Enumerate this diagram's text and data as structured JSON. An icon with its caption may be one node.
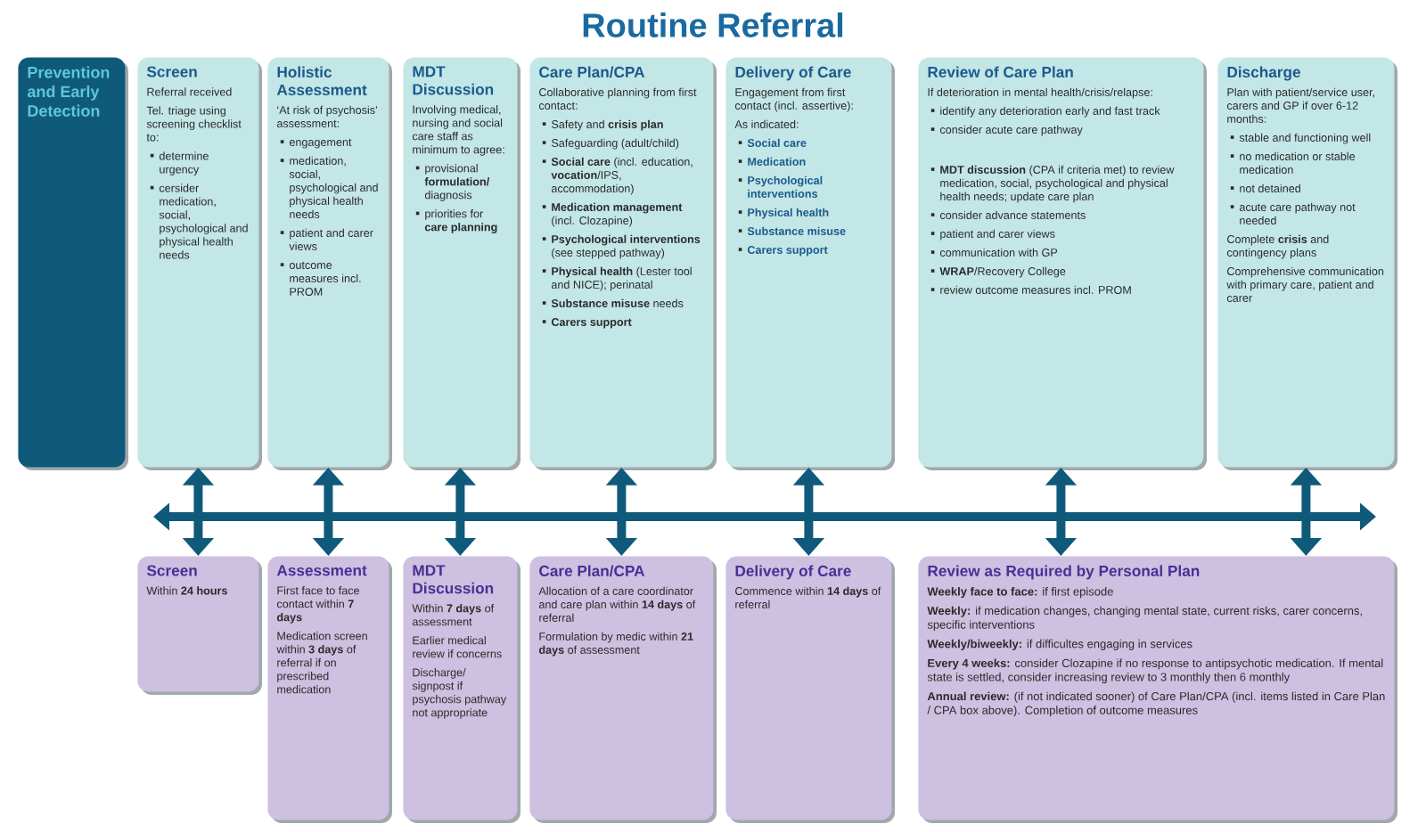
{
  "diagram": {
    "title": "Routine Referral",
    "nodes": [
      {
        "text": [
          "Prevention and Early Detection"
        ]
      },
      {
        "text": [
          "Screen",
          "Referral received",
          "Tel. triage using screening checklist to:",
          "determine urgency",
          "cersider medication, social, psychological and physical health needs"
        ]
      },
      {
        "text": [
          "Holistic Assessment",
          "‘At risk of psychosis’ assessment:",
          "engagement",
          "medication, social, psychological and physical health needs",
          "patient and carer views",
          "outcome measures incl. PROM"
        ]
      },
      {
        "text": [
          "MDT Discussion",
          "Involving medical, nursing and social care staff as minimum to agree:",
          "provisional **formulation/** diagnosis",
          "priorities for **care planning**"
        ]
      },
      {
        "text": [
          "Care Plan/CPA",
          "Collaborative planning from first contact:",
          "Safety and **crisis plan**",
          "Safeguarding (adult/child)",
          "**Social care** (incl. education, **vocation**/IPS, accommodation)",
          "**Medication management** (incl. Clozapine)",
          "**Psychological interventions** (see stepped pathway)",
          "**Physical health** (Lester tool and NICE); perinatal",
          "**Substance misuse** needs",
          "**Carers support**"
        ]
      },
      {
        "text": [
          "Delivery of Care",
          "Engagement from first contact (incl. assertive):",
          "As indicated:",
          "Social care",
          "Medication",
          "Psychological interventions",
          "Physical health",
          "Substance misuse",
          "Carers support"
        ]
      },
      {
        "text": [
          "Review of Care Plan",
          "If deterioration in mental health/crisis/relapse:",
          "identify any deterioration early and fast track",
          "consider acute care pathway",
          "**MDT discussion** (CPA if criteria met) to review medication, social, psychological and physical health needs; update care plan",
          "consider advance statements",
          "patient and carer views",
          "communication with GP",
          "**WRAP**/Recovery College",
          "review outcome measures incl. PROM"
        ]
      },
      {
        "text": [
          "Discharge",
          "Plan with patient/service user, carers and GP if over 6-12 months:",
          "stable and functioning well",
          "no medication or stable medication",
          "not detained",
          "acute care pathway not needed",
          "Complete **crisis** and contingency plans",
          "Comprehensive communication with primary care, patient and carer"
        ]
      },
      {
        "text": [
          "Screen",
          "Within **24 hours**"
        ]
      },
      {
        "text": [
          "Assessment",
          "First face to face contact within **7 days**",
          "Medication screen within **3 days** of referral if on prescribed medication"
        ]
      },
      {
        "text": [
          "MDT Discussion",
          "Within **7 days** of assessment",
          "Earlier medical review if concerns",
          "Discharge/ signpost if psychosis pathway not appropriate"
        ]
      },
      {
        "text": [
          "Care Plan/CPA",
          "Allocation of a care coordinator and care plan within **14 days** of referral",
          "Formulation by medic within **21 days** of assessment"
        ]
      },
      {
        "text": [
          "Delivery of Care",
          "Commence within **14 days** of referral"
        ]
      },
      {
        "text": [
          "Review as Required by Personal Plan",
          "**Weekly face to face:** if first episode",
          "**Weekly:** if medication changes, changing mental state, current risks, carer concerns, specific interventions",
          "**Weekly/biweekly:** if difficultes engaging in services",
          "**Every 4 weeks:** consider Clozapine if no response to antipsychotic medication. If mental state is settled, consider increasing review to 3 monthly then 6 monthly",
          "**Annual review:** (if not indicated sooner) of Care Plan/CPA (incl. items listed in Care Plan / CPA box above). Completion of outcome measures"
        ]
      }
    ],
    "edges": [
      {
        "from": 1,
        "to": 8,
        "arrow": "both"
      },
      {
        "from": 2,
        "to": 9,
        "arrow": "both"
      },
      {
        "from": 3,
        "to": 10,
        "arrow": "both"
      },
      {
        "from": 4,
        "to": 11,
        "arrow": "both"
      },
      {
        "from": 5,
        "to": 12,
        "arrow": "both"
      },
      {
        "from": 6,
        "to": 13,
        "arrow": "both"
      },
      {
        "from": 7,
        "to": 13,
        "arrow": "both"
      }
    ]
  }
}
